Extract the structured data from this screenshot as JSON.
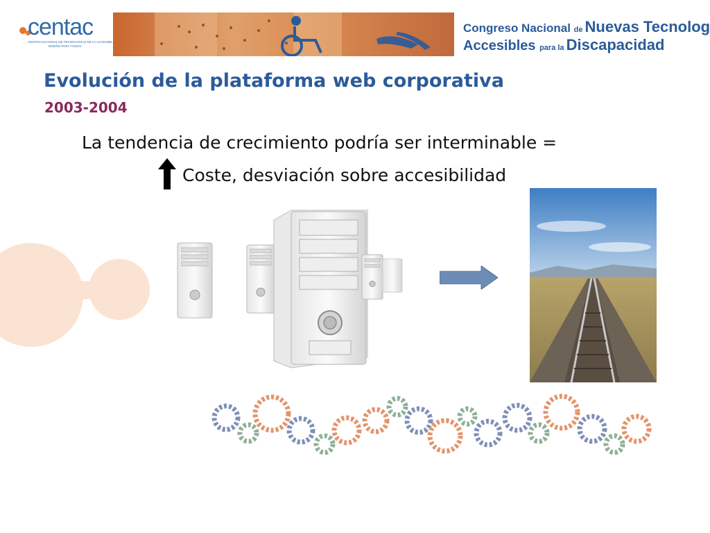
{
  "header": {
    "logo_text": "centac",
    "logo_subtitle_1": "CENTRO NACIONAL DE TECNOLOGÍAS DE LA ACCESIBILIDAD",
    "logo_subtitle_2": "DISEÑO PARA TODOS",
    "congress_line1_a": "Congreso Nacional ",
    "congress_line1_b": "de ",
    "congress_line1_c": "Nuevas Tecnologías",
    "congress_line2_a": "Accesibles ",
    "congress_line2_b": "para la ",
    "congress_line2_c": "Discapacidad"
  },
  "slide": {
    "title": "Evolución de la plataforma web corporativa",
    "subtitle": "2003-2004",
    "line1": "La tendencia de crecimiento podría ser interminable =",
    "line2": "Coste, desviación sobre accesibilidad"
  },
  "colors": {
    "title_blue": "#2b5b9a",
    "subtitle_maroon": "#8a2a5a",
    "accent_orange": "#e8752b",
    "bubble_peach": "#fbe3d3",
    "arrow_blue": "#6b8db5"
  },
  "icons": {
    "up_arrow": "up-arrow-icon",
    "right_arrow": "right-arrow-icon",
    "wheelchair": "wheelchair-icon"
  }
}
